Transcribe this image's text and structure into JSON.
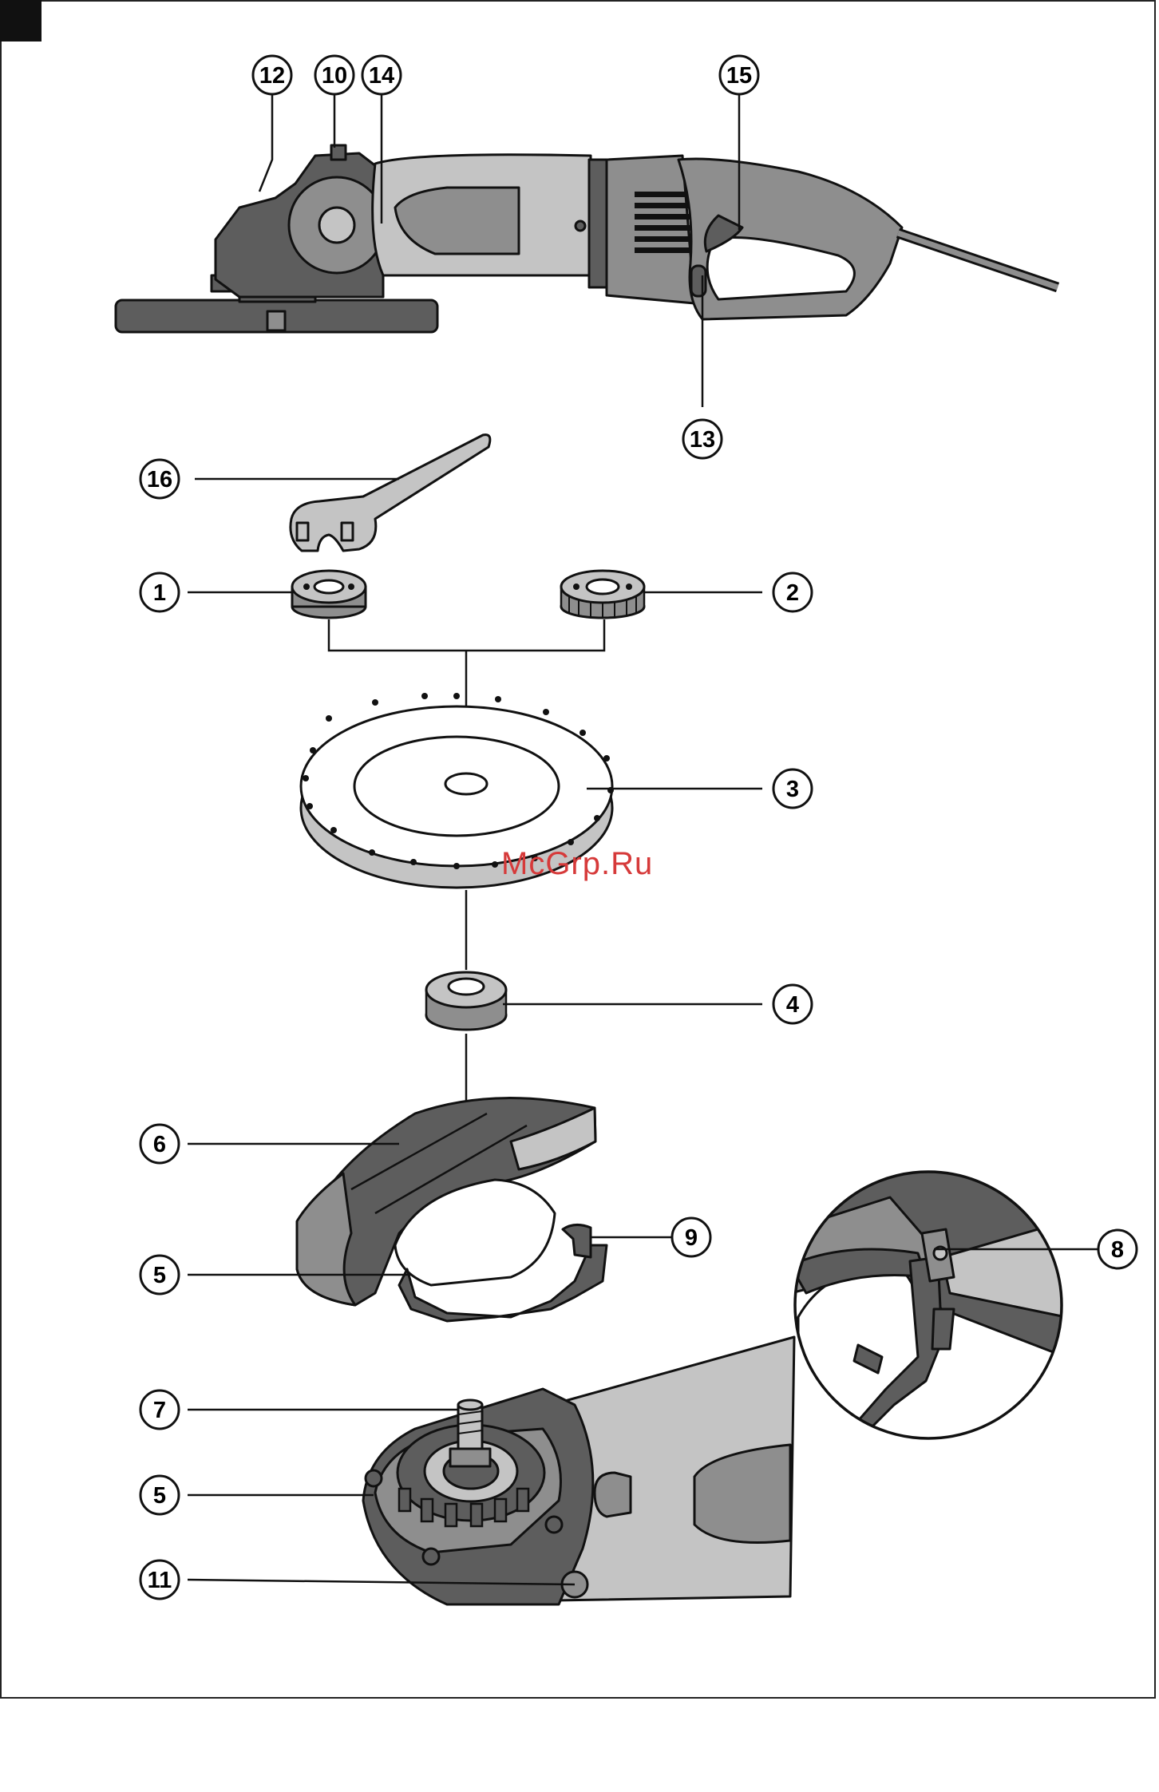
{
  "watermark": "McGrp.Ru",
  "colors": {
    "body_dark": "#5d5d5d",
    "body_mid": "#8e8e8e",
    "body_light": "#c4c4c4",
    "outline": "#111111",
    "watermark": "#d63a3a"
  },
  "callouts": {
    "c1": "1",
    "c2": "2",
    "c3": "3",
    "c4": "4",
    "c5a": "5",
    "c5b": "5",
    "c6": "6",
    "c7": "7",
    "c8": "8",
    "c9": "9",
    "c10": "10",
    "c11": "11",
    "c12": "12",
    "c13": "13",
    "c14": "14",
    "c15": "15",
    "c16": "16"
  }
}
